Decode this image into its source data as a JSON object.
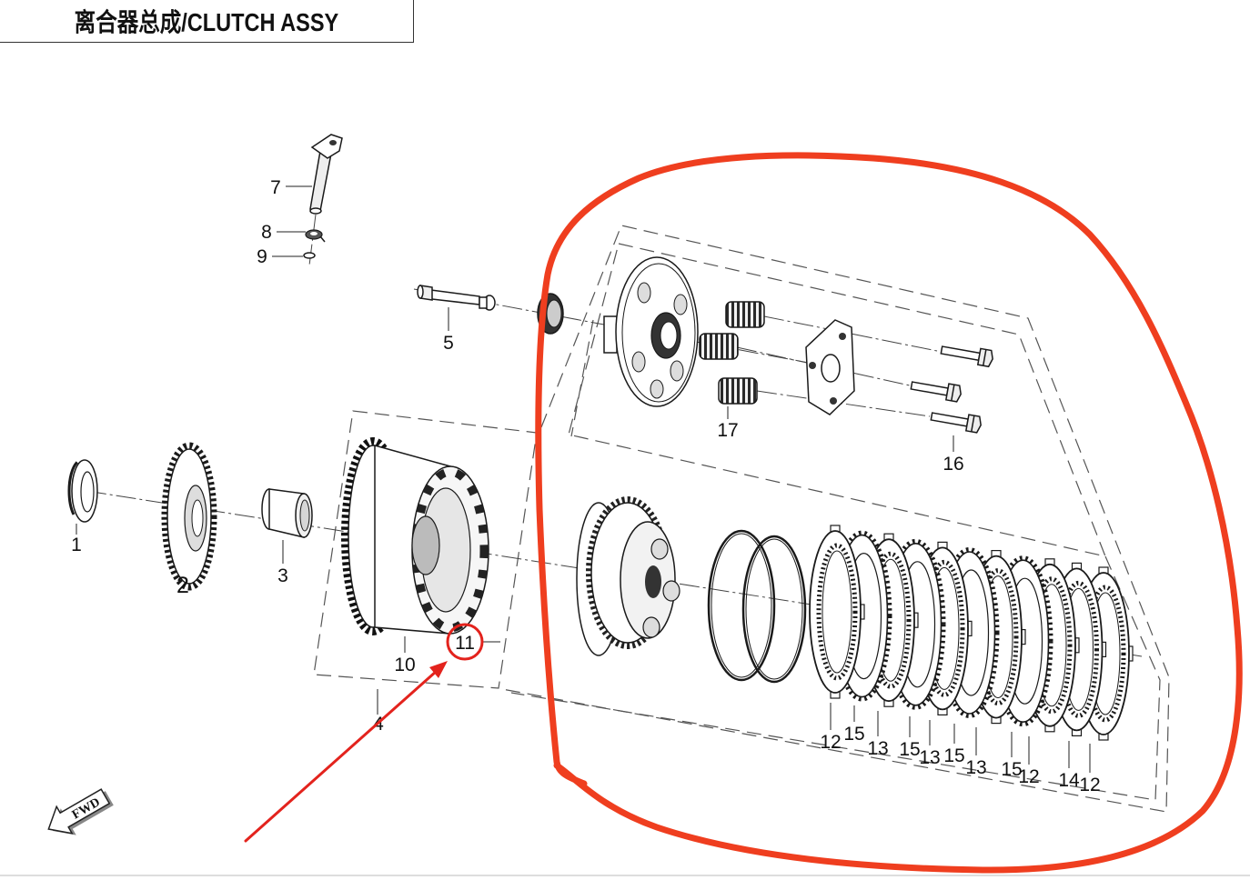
{
  "title": "离合器总成/CLUTCH ASSY",
  "callouts": {
    "part_1": "1",
    "part_2": "2",
    "part_3": "3",
    "part_4": "4",
    "part_5": "5",
    "part_7": "7",
    "part_8": "8",
    "part_9": "9",
    "part_10": "10",
    "part_11": "11",
    "part_16": "16",
    "part_17": "17"
  },
  "plate_stack": [
    "12",
    "15",
    "13",
    "15",
    "13",
    "15",
    "13",
    "15",
    "12",
    "14",
    "12"
  ],
  "fwd_marker": "FWD",
  "colors": {
    "drawing_line": "#1a1a1a",
    "highlight_outline": "#ef3e1f",
    "pointer_arrow": "#e3231d"
  }
}
